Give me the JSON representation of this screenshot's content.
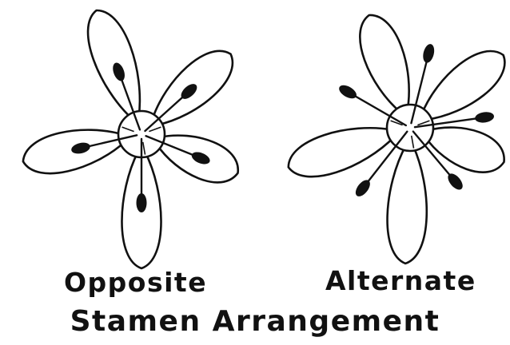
{
  "diagram": {
    "labels": {
      "opposite": "Opposite",
      "alternate": "Alternate",
      "title": "Stamen Arrangement"
    },
    "flowers": [
      {
        "name": "opposite",
        "petals": 5,
        "stamens": 5,
        "stamen_position": "opposite"
      },
      {
        "name": "alternate",
        "petals": 5,
        "stamens": 5,
        "stamen_position": "alternate"
      }
    ],
    "colors": {
      "line": "#111111",
      "background": "#ffffff"
    }
  }
}
